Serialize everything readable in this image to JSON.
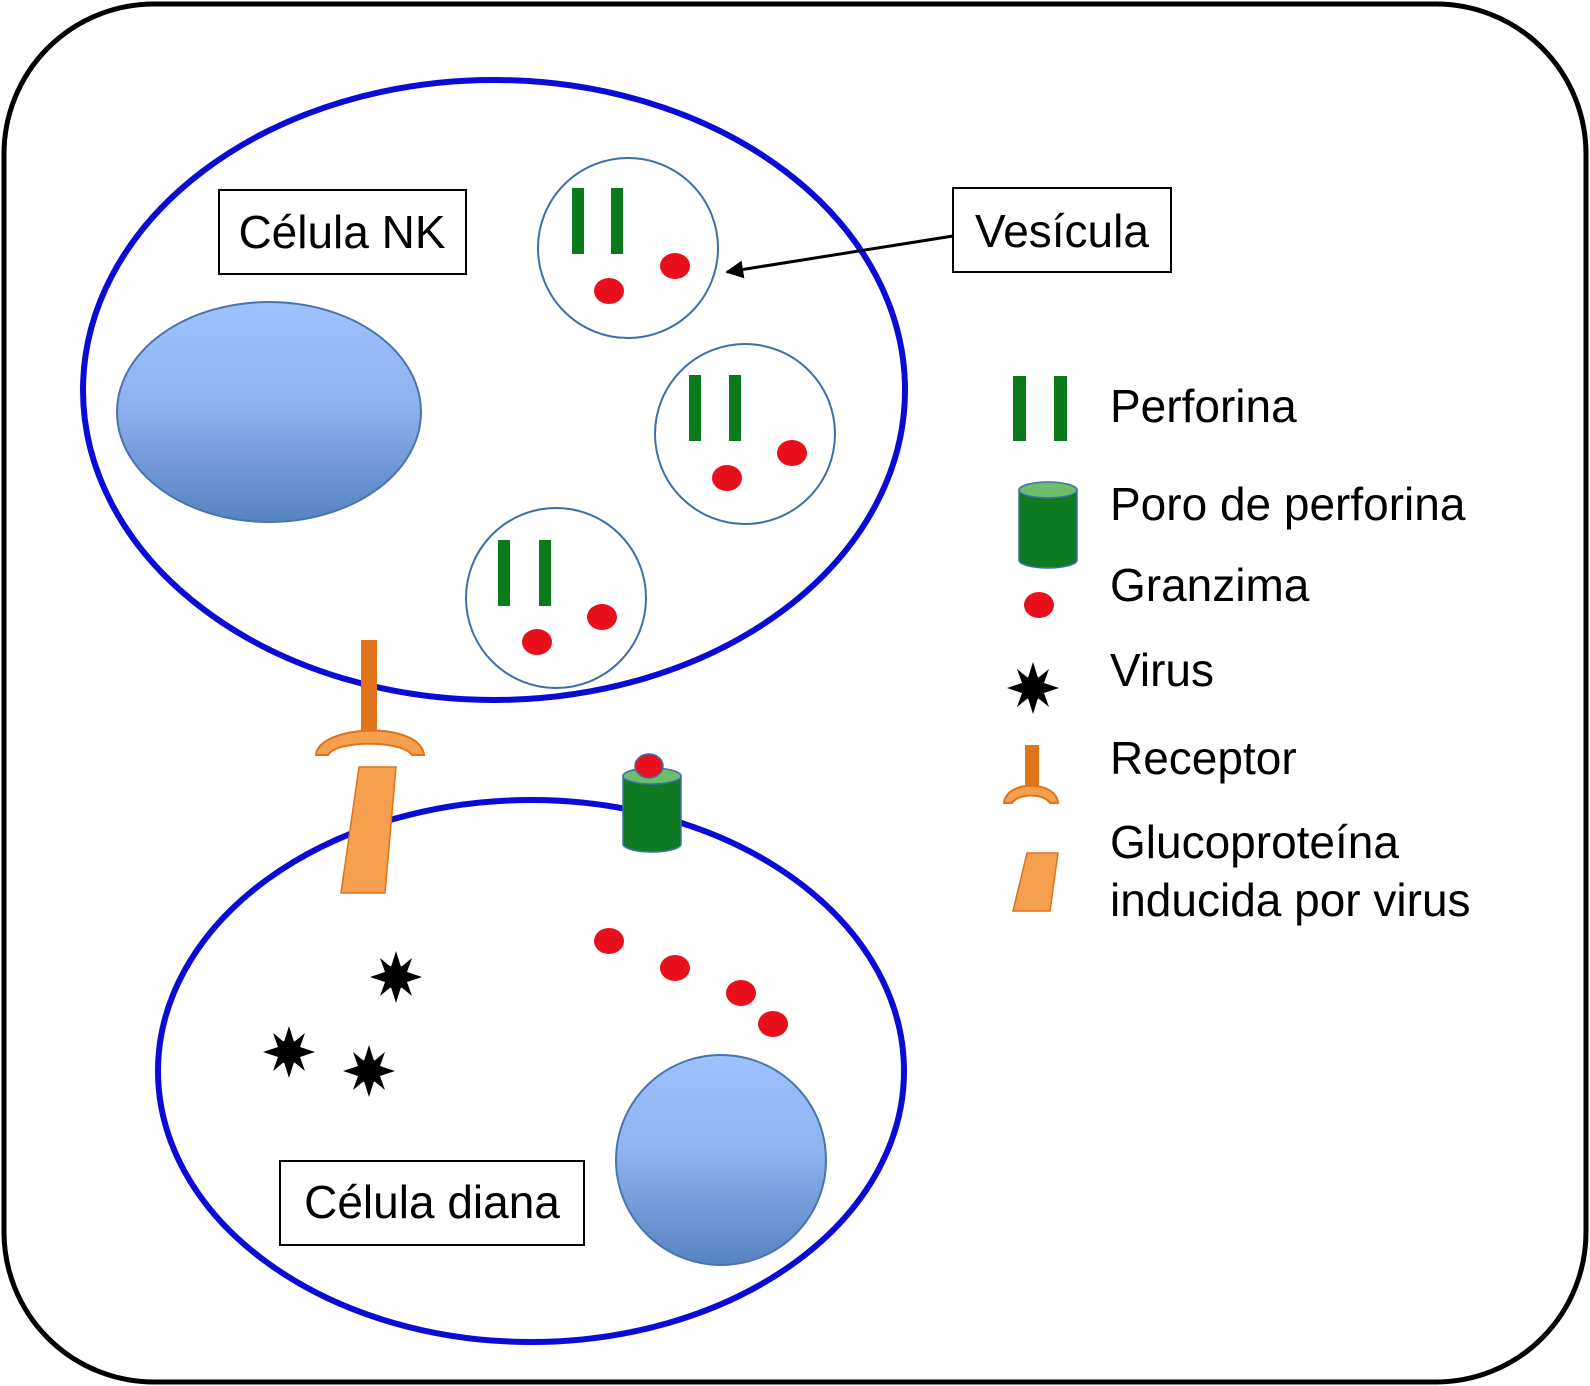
{
  "labels": {
    "nk_cell": "Célula NK",
    "target_cell": "Célula diana",
    "vesicle": "Vesícula"
  },
  "legend": {
    "perforin": "Perforina",
    "perforin_pore": "Poro de perforina",
    "granzyme": "Granzima",
    "virus": "Virus",
    "receptor": "Receptor",
    "glycoprotein_line1": "Glucoproteína",
    "glycoprotein_line2": "inducida por virus"
  },
  "colors": {
    "cell_membrane": "#0b0bd6",
    "frame": "#000000",
    "nucleus_top": "#9cc0ff",
    "nucleus_bottom": "#5a86c4",
    "vesicle_outline": "#3f6fa6",
    "perforin": "#0a7a1c",
    "pore": "#0e7a22",
    "pore_top": "#6bbf6b",
    "granzyme": "#e8101c",
    "virus": "#000000",
    "receptor": "#e0731a",
    "glycoprotein": "#f4a04f"
  }
}
